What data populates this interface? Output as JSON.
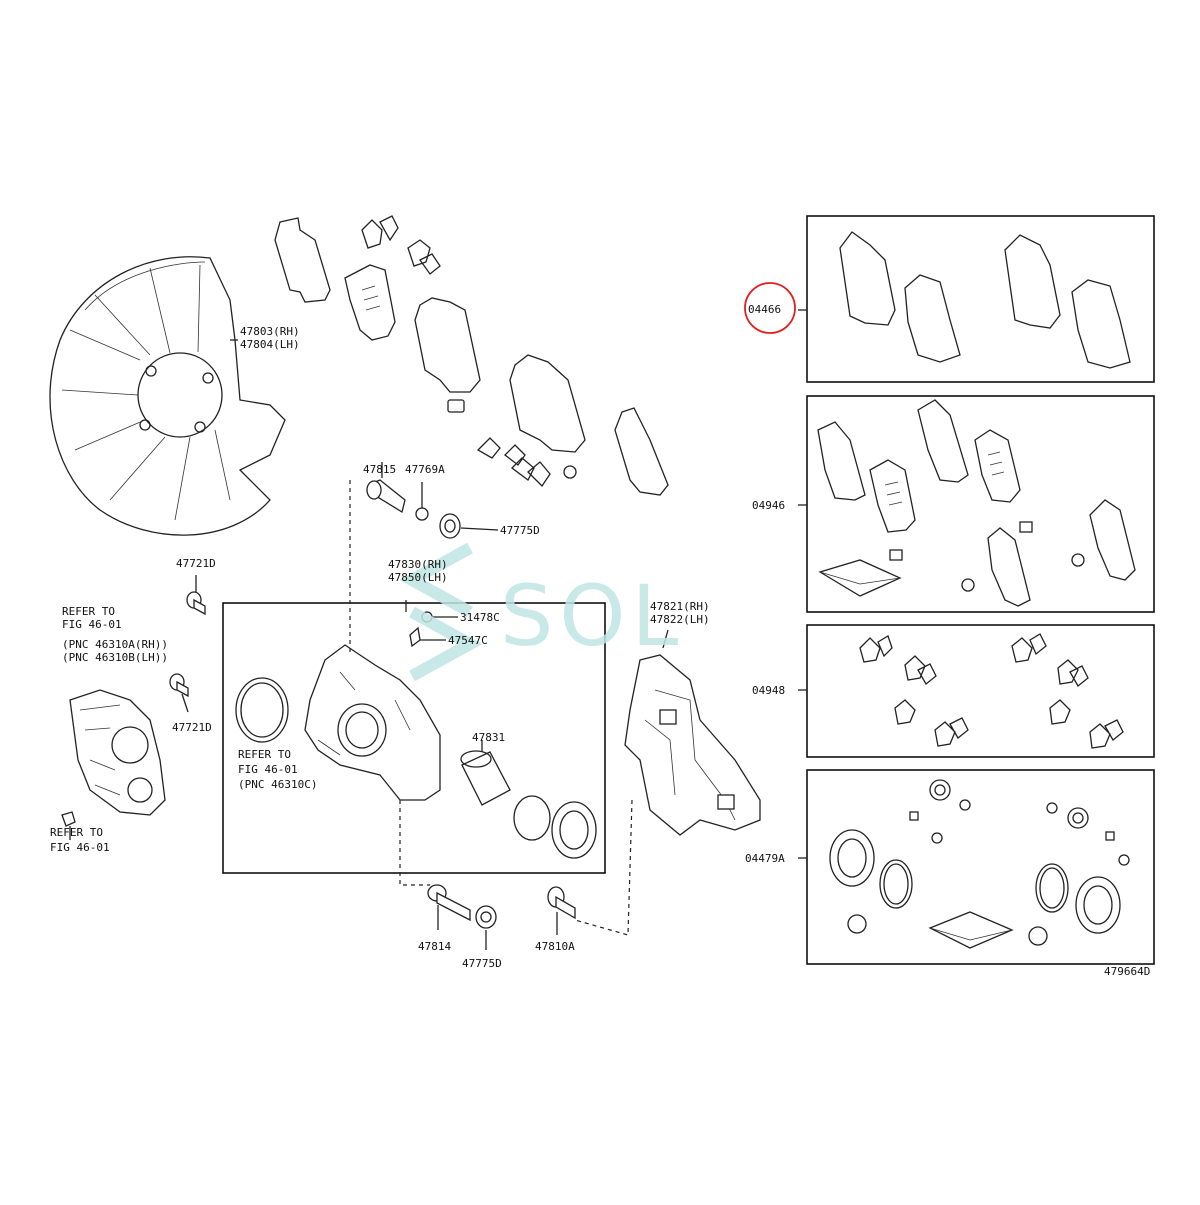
{
  "diagram": {
    "watermark": "SOL",
    "figure_code": "479664D",
    "highlight_color": "#e02020",
    "labels": {
      "p47803": "47803(RH)",
      "p47804": "47804(LH)",
      "p47815": "47815",
      "p47769A": "47769A",
      "p47775D_top": "47775D",
      "p47721D_top": "47721D",
      "p47830": "47830(RH)",
      "p47850": "47850(LH)",
      "p31478C": "31478C",
      "p47547C": "47547C",
      "p47821": "47821(RH)",
      "p47822": "47822(LH)",
      "p47831": "47831",
      "p47721D_mid": "47721D",
      "p47814": "47814",
      "p47775D_bot": "47775D",
      "p47810A": "47810A",
      "p04466": "04466",
      "p04946": "04946",
      "p04948": "04948",
      "p04479A": "04479A"
    },
    "notes": {
      "refer_left_1": "REFER TO",
      "refer_left_2": "FIG 46-01",
      "refer_left_3": "(PNC 46310A(RH))",
      "refer_left_4": "(PNC 46310B(LH))",
      "refer_mid_1": "REFER TO",
      "refer_mid_2": "FIG 46-01",
      "refer_mid_3": "(PNC 46310C)",
      "refer_bot_1": "REFER TO",
      "refer_bot_2": "FIG 46-01"
    }
  }
}
